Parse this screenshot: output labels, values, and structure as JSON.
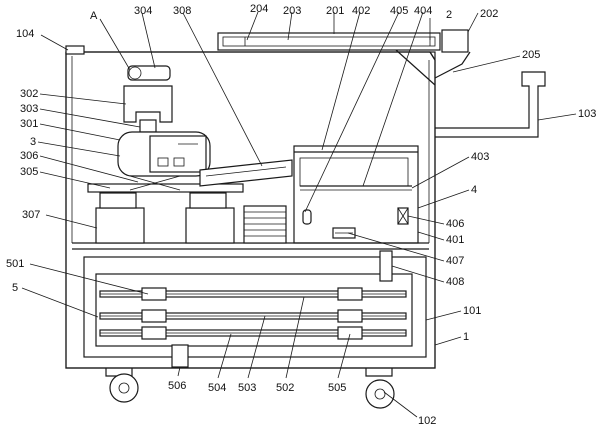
{
  "labels": {
    "A": "A",
    "304": "304",
    "308": "308",
    "204": "204",
    "203": "203",
    "201": "201",
    "402": "402",
    "405": "405",
    "404": "404",
    "2": "2",
    "202": "202",
    "104": "104",
    "205": "205",
    "302": "302",
    "303": "303",
    "301": "301",
    "3": "3",
    "103": "103",
    "306": "306",
    "305": "305",
    "403": "403",
    "4": "4",
    "307": "307",
    "406": "406",
    "401": "401",
    "407": "407",
    "501": "501",
    "408": "408",
    "5": "5",
    "101": "101",
    "1": "1",
    "506": "506",
    "504": "504",
    "503": "503",
    "502": "502",
    "505": "505",
    "102": "102"
  }
}
